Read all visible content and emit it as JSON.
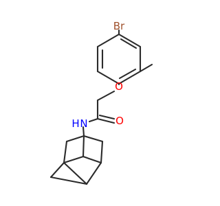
{
  "molecule": {
    "atoms": {
      "bromine": "Br",
      "ether_oxygen": "O",
      "carbonyl_oxygen": "O",
      "amide_nitrogen": "N",
      "amide_hydrogen": "H"
    },
    "colors": {
      "bond": "#2b2b2b",
      "bromine": "#a0522d",
      "oxygen": "#ff0000",
      "nitrogen": "#0000ff"
    }
  }
}
